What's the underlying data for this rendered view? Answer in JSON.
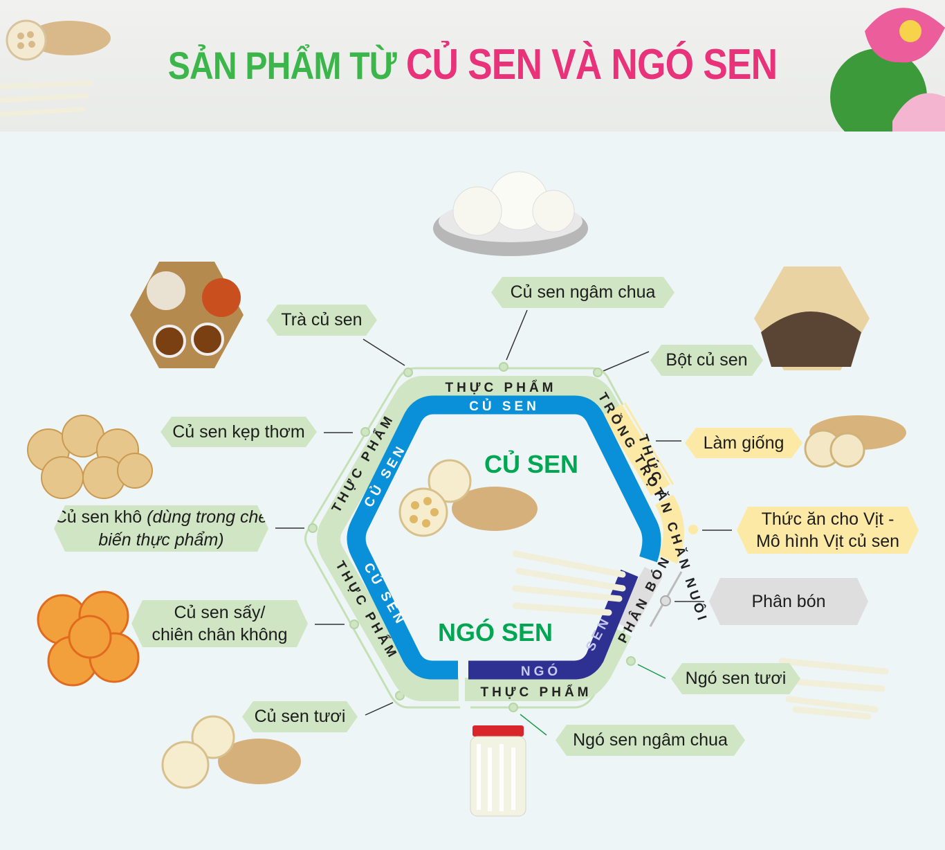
{
  "header": {
    "title_part1": "SẢN PHẨM TỪ",
    "title_part2": "CỦ SEN VÀ NGÓ SEN"
  },
  "center": {
    "cu_sen": "CỦ SEN",
    "ngo_sen": "NGÓ SEN"
  },
  "ring": {
    "thuc_pham": "THỰC PHẨM",
    "cu_sen": "CỦ SEN",
    "ngo": "NGÓ",
    "sen": "SEN",
    "trong_trot": "TRỒNG TRỌT",
    "thuc_an_chan_nuoi": "THỨC ĂN CHĂN NUÔI",
    "phan_bon": "PHÂN BÓN"
  },
  "labels": {
    "cu_sen_ngam_chua": "Củ sen ngâm chua",
    "tra_cu_sen": "Trà củ sen",
    "bot_cu_sen": "Bột củ sen",
    "cu_sen_kep_thom": "Củ sen kẹp thơm",
    "lam_giong": "Làm giống",
    "cu_sen_kho": "Củ sen khô",
    "cu_sen_kho_note": "(dùng trong chế biến thực phẩm)",
    "thuc_an_vit_1": "Thức ăn cho Vịt -",
    "thuc_an_vit_2": "Mô hình Vịt củ sen",
    "phan_bon": "Phân bón",
    "cu_sen_say_1": "Củ sen sấy/",
    "cu_sen_say_2": "chiên chân không",
    "ngo_sen_tuoi": "Ngó sen tươi",
    "cu_sen_tuoi": "Củ sen tươi",
    "ngo_sen_ngam_chua": "Ngó sen ngâm chua"
  },
  "colors": {
    "green_title": "#3cb54a",
    "pink_title": "#e8327a",
    "food_ring": "#cfe5c3",
    "cu_sen_ring": "#0a90d8",
    "ngo_sen_ring": "#2e3192",
    "agri": "#fde9a6",
    "fertilizer": "#dedede",
    "center_text": "#00a651"
  }
}
